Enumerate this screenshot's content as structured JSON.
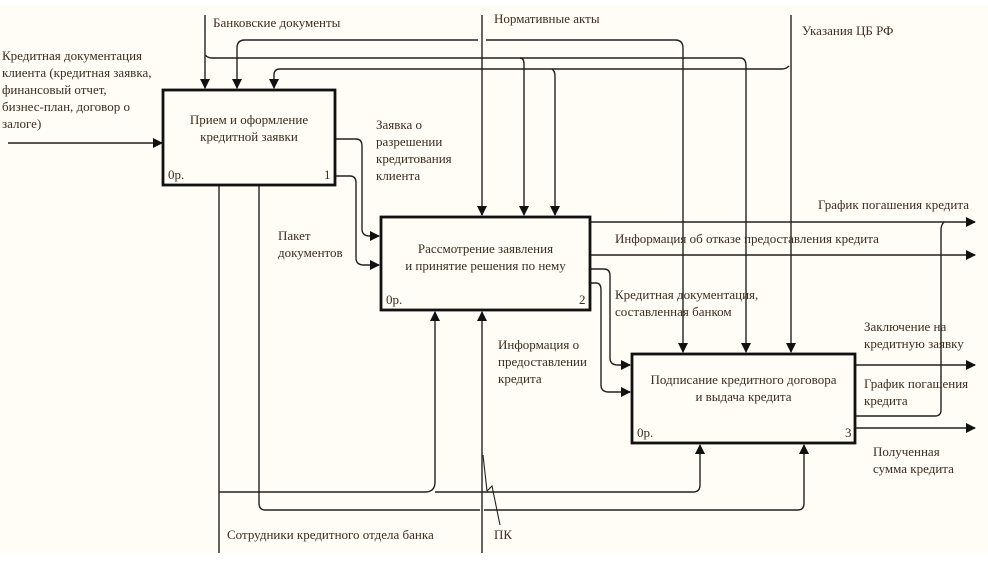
{
  "diagram": {
    "type": "IDEF0",
    "colors": {
      "line": "#1a1a1a",
      "background": "#fffdf6",
      "text": "#3d2b1f"
    },
    "boxes": [
      {
        "id": 1,
        "title_line1": "Прием и оформление",
        "title_line2": "кредитной заявки",
        "cost": "0р.",
        "number": "1"
      },
      {
        "id": 2,
        "title_line1": "Рассмотрение заявления",
        "title_line2": "и принятие решения по нему",
        "cost": "0р.",
        "number": "2"
      },
      {
        "id": 3,
        "title_line1": "Подписание кредитного договора",
        "title_line2": "и выдача кредита",
        "cost": "0р.",
        "number": "3"
      }
    ],
    "arrows": {
      "bank_documents": "Банковские документы",
      "normative_acts": "Нормативные акты",
      "cb_instructions": "Указания ЦБ РФ",
      "client_docs": [
        "Кредитная документация",
        "клиента (кредитная заявка,",
        "финансовый отчет,",
        "бизнес-план, договор о",
        "залоге)"
      ],
      "approval_request": [
        "Заявка о",
        "разрешении",
        "кредитования",
        "клиента"
      ],
      "document_package": [
        "Пакет",
        "документов"
      ],
      "repayment_schedule_top": "График погашения кредита",
      "refusal_info": "Информация об отказе предоставления кредита",
      "bank_credit_docs": [
        "Кредитная документация,",
        "составленная банком"
      ],
      "credit_info": [
        "Информация о",
        "предоставлении",
        "кредита"
      ],
      "conclusion": [
        "Заключение на",
        "кредитную заявку"
      ],
      "repayment_schedule": [
        "График погашения",
        "кредита"
      ],
      "received_amount": [
        "Полученная",
        "сумма кредита"
      ],
      "staff": "Сотрудники кредитного отдела банка",
      "pc": "ПК"
    }
  }
}
